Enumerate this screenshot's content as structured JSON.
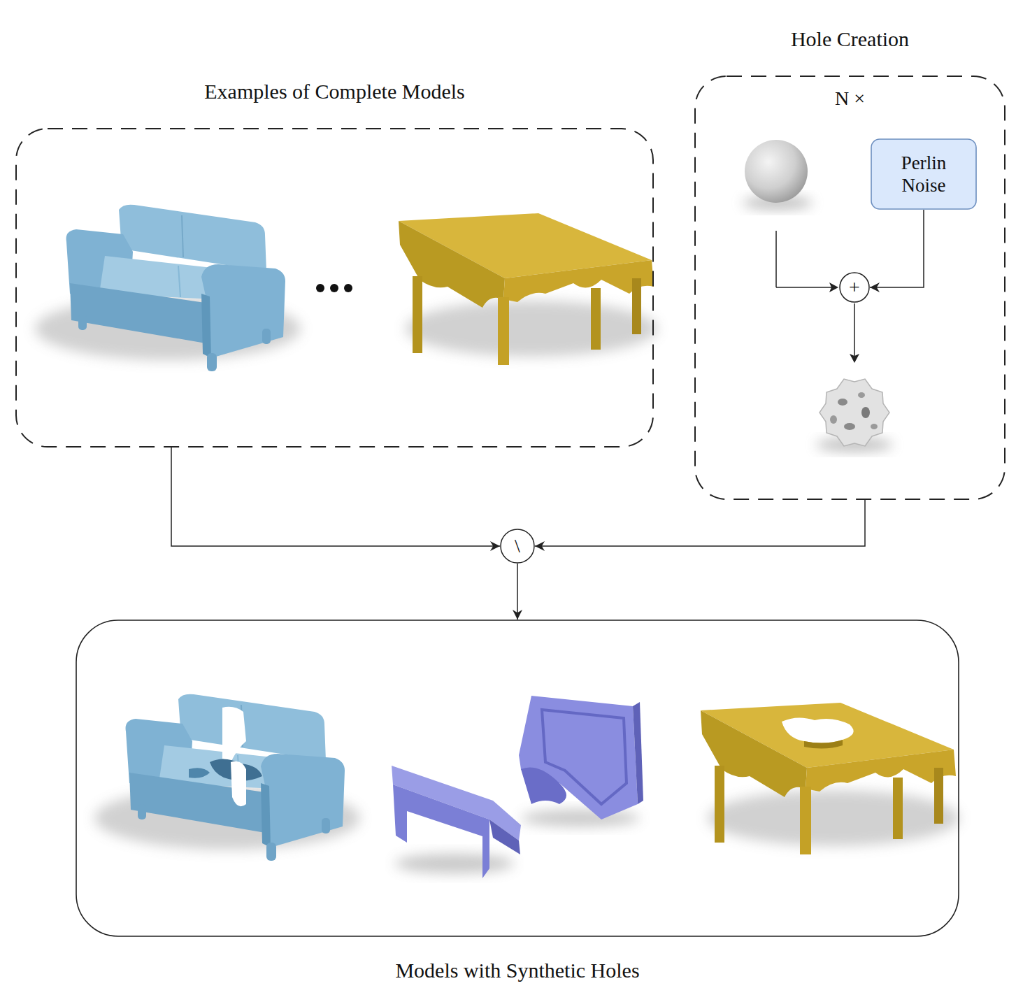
{
  "diagram": {
    "nodes": [
      {
        "text": [
          "Examples of Complete Models"
        ]
      },
      {
        "text": [
          "Hole Creation",
          "N ×"
        ]
      },
      {
        "text": [
          "Perlin Noise"
        ],
        "in": 1
      },
      {
        "text": [
          "+"
        ],
        "in": 1
      },
      {
        "text": [
          "\\"
        ]
      },
      {
        "text": [
          "Models with Synthetic Holes"
        ]
      }
    ],
    "edges": [
      {
        "from": 2,
        "to": 3,
        "arrow": "to"
      },
      {
        "from": 0,
        "to": 4,
        "arrow": "to"
      },
      {
        "from": 1,
        "to": 4,
        "arrow": "to"
      },
      {
        "from": 4,
        "to": 5,
        "arrow": "to"
      }
    ]
  }
}
